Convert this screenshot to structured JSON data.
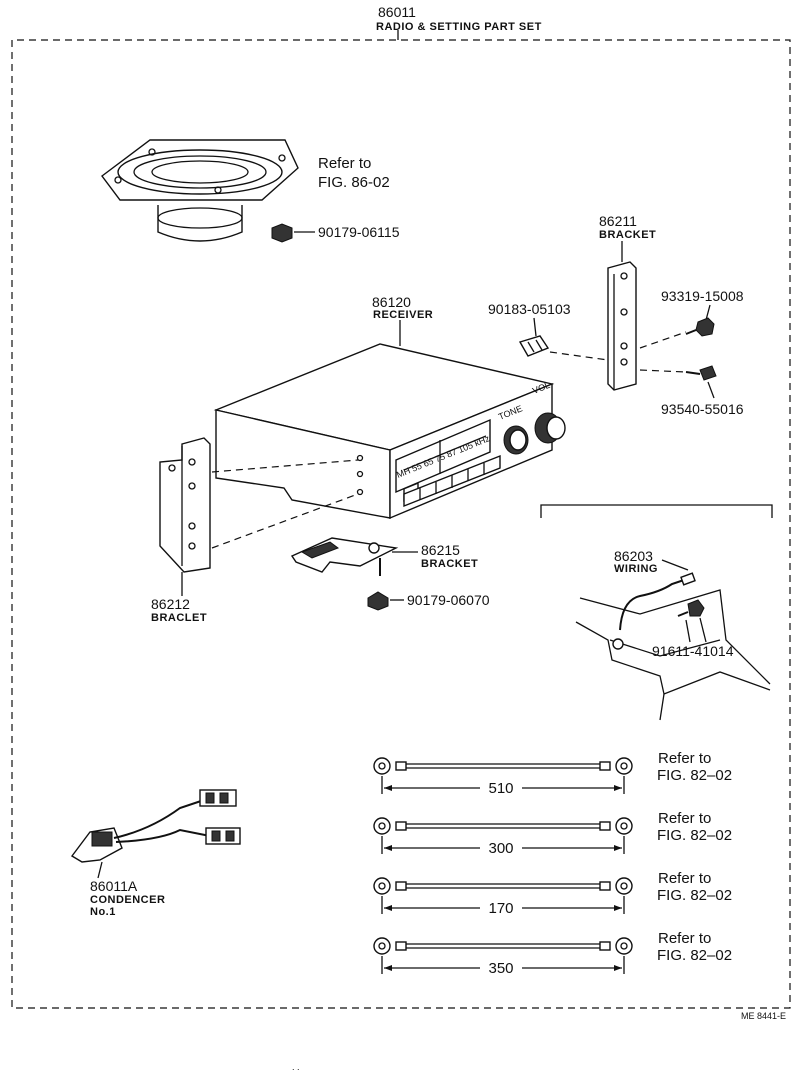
{
  "set": {
    "part_no": "86011",
    "name": "RADIO & SETTING PART SET"
  },
  "speaker": {
    "ref_line1": "Refer to",
    "ref_line2": "FIG. 86-02"
  },
  "nut_1": {
    "part_no": "90179-06115"
  },
  "bracket_right": {
    "part_no": "86211",
    "name": "BRACKET"
  },
  "receiver": {
    "part_no": "86120",
    "name": "RECEIVER",
    "dial_text": "MH 55 65 75 87 105 kHz",
    "tone": "TONE",
    "volume": "VOL"
  },
  "clip": {
    "part_no": "90183-05103"
  },
  "screw_1": {
    "part_no": "93319-15008"
  },
  "screw_2": {
    "part_no": "93540-55016"
  },
  "bracket_left": {
    "part_no": "86212",
    "name": "BRACLET"
  },
  "bracket_bottom": {
    "part_no": "86215",
    "name": "BRACKET"
  },
  "nut_2": {
    "part_no": "90179-06070"
  },
  "wiring": {
    "part_no": "86203",
    "name": "WIRING"
  },
  "bolt": {
    "part_no": "91611-41014"
  },
  "condenser": {
    "part_no": "86011A",
    "name": "CONDENCER",
    "sub": "No.1"
  },
  "straps": [
    {
      "length": "510",
      "ref_line1": "Refer to",
      "ref_line2": "FIG. 82–02"
    },
    {
      "length": "300",
      "ref_line1": "Refer to",
      "ref_line2": "FIG. 82–02"
    },
    {
      "length": "170",
      "ref_line1": "Refer to",
      "ref_line2": "FIG. 82–02"
    },
    {
      "length": "350",
      "ref_line1": "Refer to",
      "ref_line2": "FIG. 82–02"
    }
  ],
  "footer_code": "ME  8441-E"
}
